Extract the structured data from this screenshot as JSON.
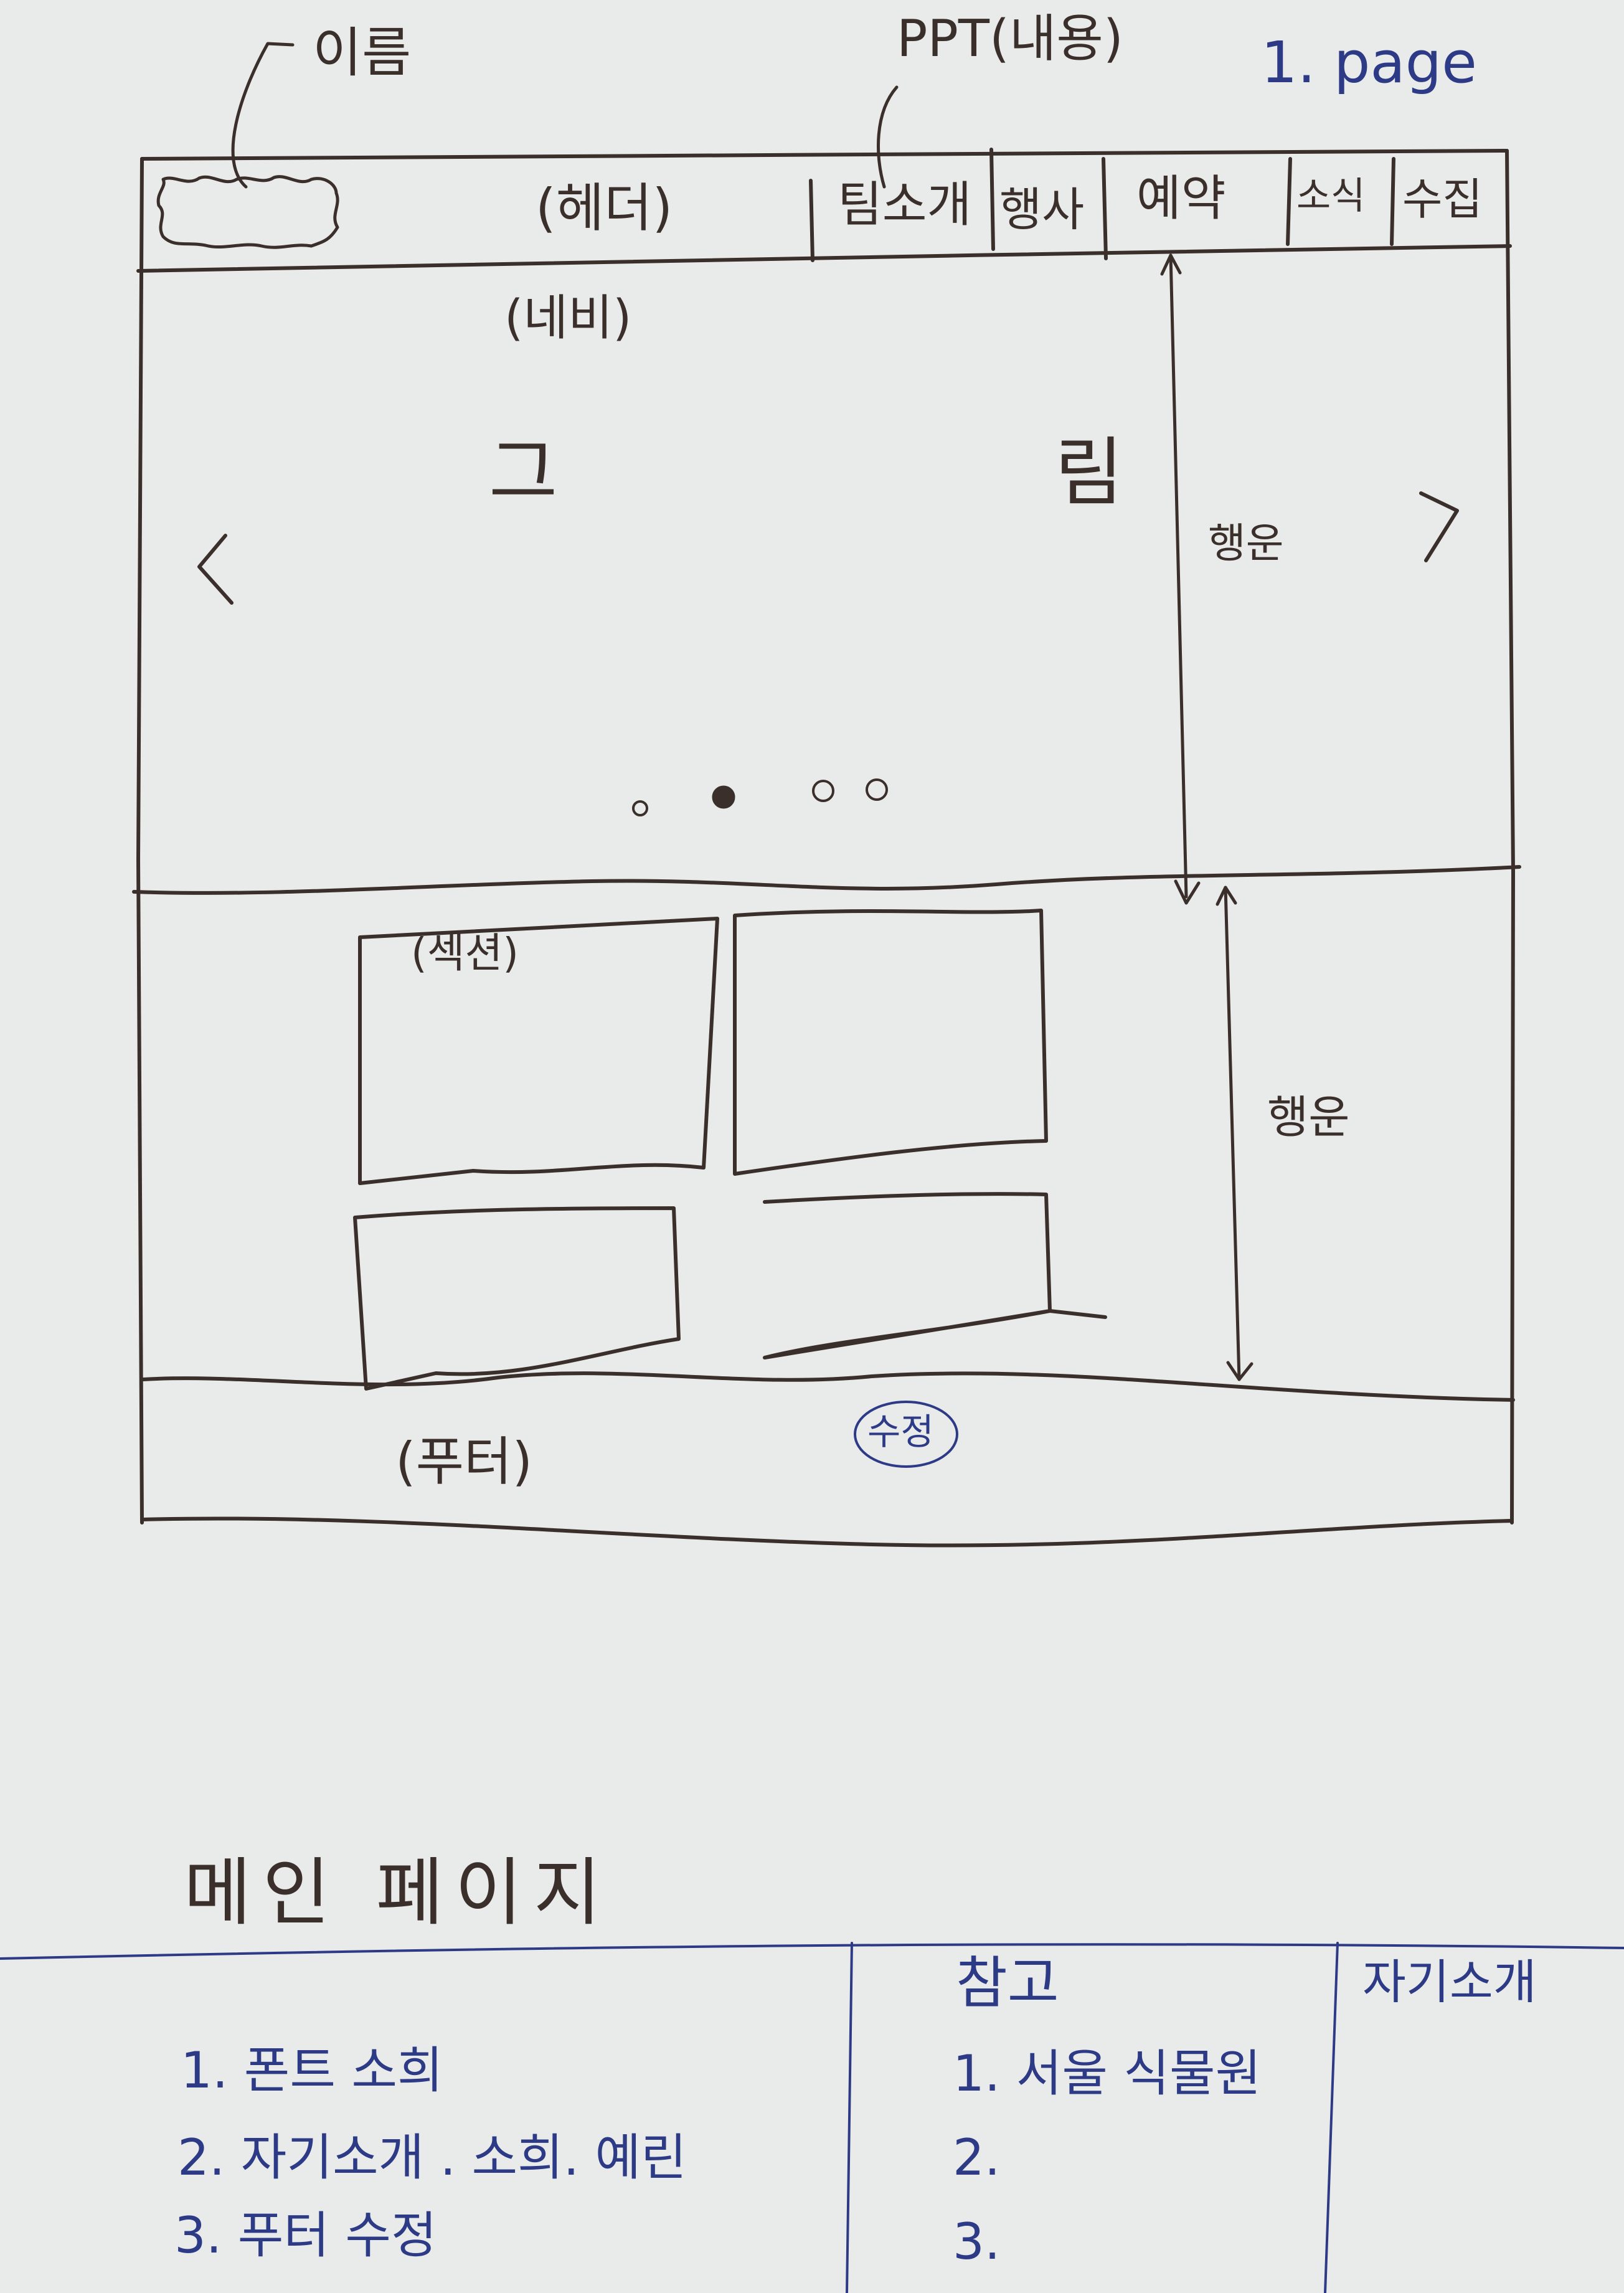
{
  "annotations": {
    "name_label": "이름",
    "ppt_label": "PPT(내용)",
    "page_number": "1. page"
  },
  "header": {
    "label": "(헤더)",
    "menu": [
      "팀소개",
      "행사",
      "예약",
      "소식",
      "수집"
    ]
  },
  "nav": {
    "label": "(네비)",
    "picture_label": "그 림",
    "prev_arrow": "<",
    "next_arrow": ">",
    "height_note": "행운"
  },
  "section": {
    "label": "(섹션)",
    "height_note": "행운"
  },
  "footer": {
    "label": "(푸터)",
    "badge": "수정"
  },
  "page_title": "메인 페이지",
  "notes": {
    "todo_items": [
      "1. 폰트 소희",
      "2. 자기소개 . 소희. 예린",
      "3. 푸터 수정"
    ],
    "reference_title": "참고",
    "reference_items": [
      "1. 서울 식물원",
      "2.",
      "3."
    ],
    "intro_title": "자기소개"
  },
  "colors": {
    "paper": "#e9eaea",
    "pencil": "#3a2f2a",
    "pen_blue": "#2d3b86"
  }
}
